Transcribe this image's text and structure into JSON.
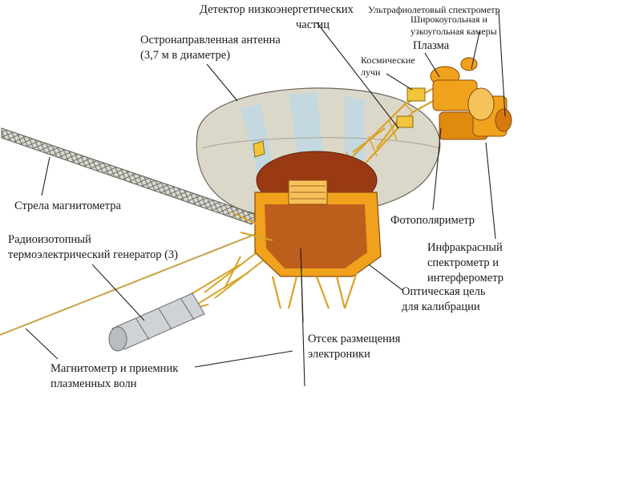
{
  "colors": {
    "dish_fill": "#d9d6c8",
    "dish_rays": "#b7d4e2",
    "bus_orange": "#f0a21c",
    "bus_dark": "#9a3a14",
    "boom_gray": "#8a8a80",
    "leader_line": "#222222"
  },
  "labels": {
    "lecp_1": "Детектор низкоэнергетических",
    "lecp_2": "частиц",
    "uvs": "Ультрафиолетовый спектрометр",
    "cameras_1": "Широкоугольная и",
    "cameras_2": "узкоугольная камеры",
    "hga_1": "Остронаправленная антенна",
    "hga_2": "(3,7 м в диаметре)",
    "plasma": "Плазма",
    "cosmic_1": "Космические",
    "cosmic_2": "лучи",
    "mag_boom": "Стрела магнитометра",
    "photopol": "Фотополяриметр",
    "rtg_1": "Радиоизотопный",
    "rtg_2": "термоэлектрический генератор (3)",
    "iris_1": "Инфракрасный",
    "iris_2": "спектрометр и",
    "iris_3": "интерферометр",
    "cal_1": "Оптическая цель",
    "cal_2": "для калибрации",
    "electronics_1": "Отсек размещения",
    "electronics_2": "электроники",
    "mag_pws_1": "Магнитометр и приемник",
    "mag_pws_2": "плазменных волн"
  }
}
